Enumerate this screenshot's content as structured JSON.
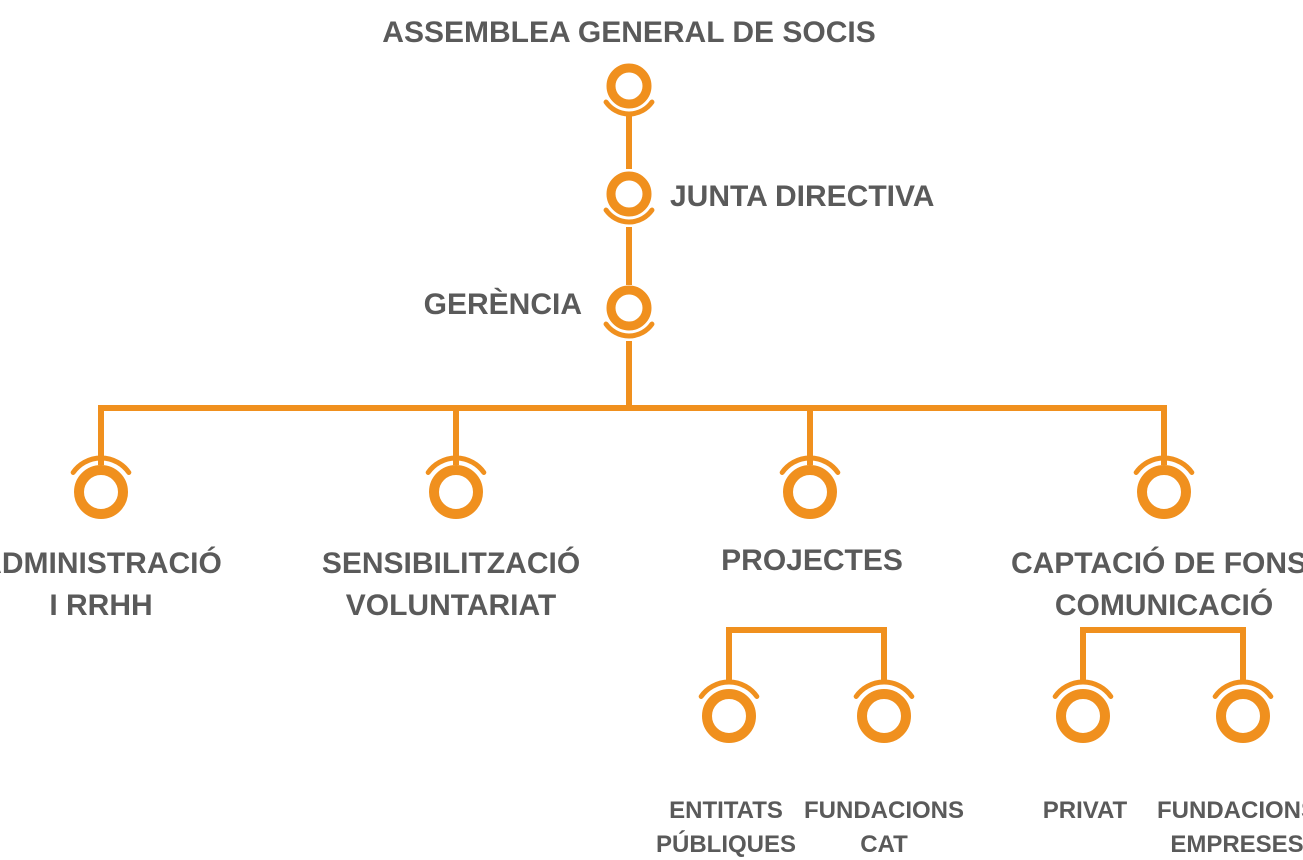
{
  "diagram": {
    "accent_color": "#f0901e",
    "text_color": "#5a5a5a",
    "nodes": {
      "assemblea": {
        "label": "ASSEMBLEA GENERAL DE SOCIS"
      },
      "junta": {
        "label": "JUNTA DIRECTIVA"
      },
      "gerencia": {
        "label": "GERÈNCIA"
      },
      "administracio": {
        "line1": "ADMINISTRACIÓ",
        "line2": "I RRHH"
      },
      "sensibilitzacio": {
        "line1": "SENSIBILITZACIÓ",
        "line2": "VOLUNTARIAT"
      },
      "projectes": {
        "label": "PROJECTES"
      },
      "captacio": {
        "line1": "CAPTACIÓ DE FONS",
        "line2": "COMUNICACIÓ"
      },
      "entitats": {
        "line1": "ENTITATS",
        "line2": "PÚBLIQUES"
      },
      "fundacions_cat": {
        "line1": "FUNDACIONS",
        "line2": "CAT"
      },
      "privat": {
        "label": "PRIVAT"
      },
      "fundacions_empreses": {
        "line1": "FUNDACIONS",
        "line2": "EMPRESES"
      }
    }
  }
}
